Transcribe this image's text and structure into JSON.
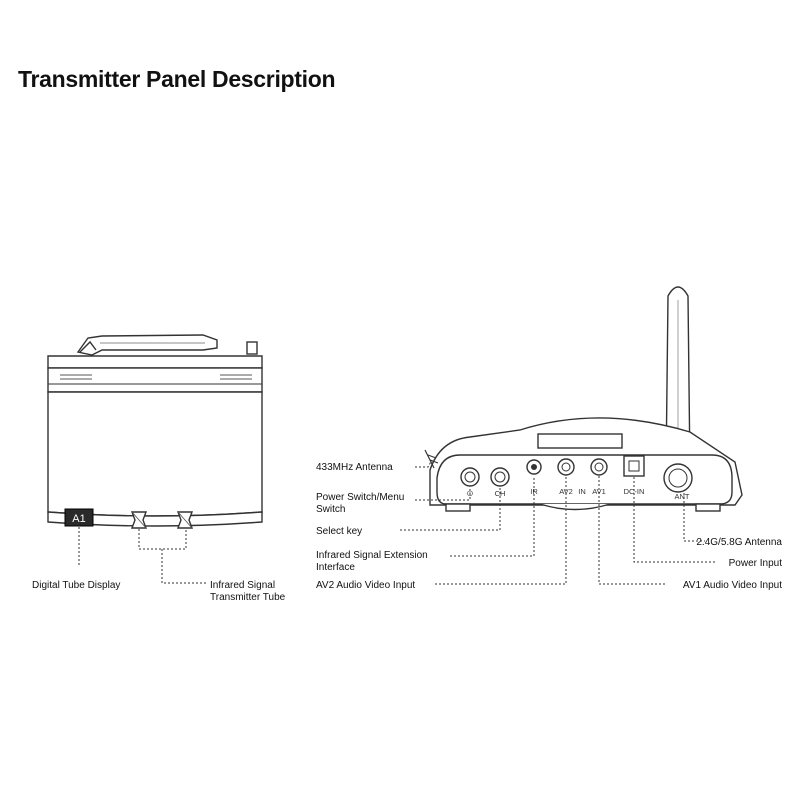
{
  "title": "Transmitter Panel Description",
  "front_view": {
    "display_text": "A1",
    "labels": {
      "digital_tube_display": "Digital Tube Display",
      "infrared_tube_line1": "Infrared Signal",
      "infrared_tube_line2": "Transmitter Tube"
    }
  },
  "back_view": {
    "port_labels": {
      "power": "⏻",
      "ch": "CH",
      "ir": "IR",
      "av2": "AV2",
      "in": "IN",
      "av1": "AV1",
      "dc_in": "DC-IN",
      "ant": "ANT"
    },
    "left_labels": {
      "antenna_433": "433MHz Antenna",
      "power_switch_line1": "Power Switch/Menu",
      "power_switch_line2": "Switch",
      "select_key": "Select key",
      "ir_extension_line1": "Infrared Signal Extension",
      "ir_extension_line2": "Interface",
      "av2_input": "AV2 Audio Video Input"
    },
    "right_labels": {
      "antenna_24_58": "2.4G/5.8G Antenna",
      "power_input": "Power Input",
      "av1_input": "AV1 Audio Video Input"
    }
  }
}
